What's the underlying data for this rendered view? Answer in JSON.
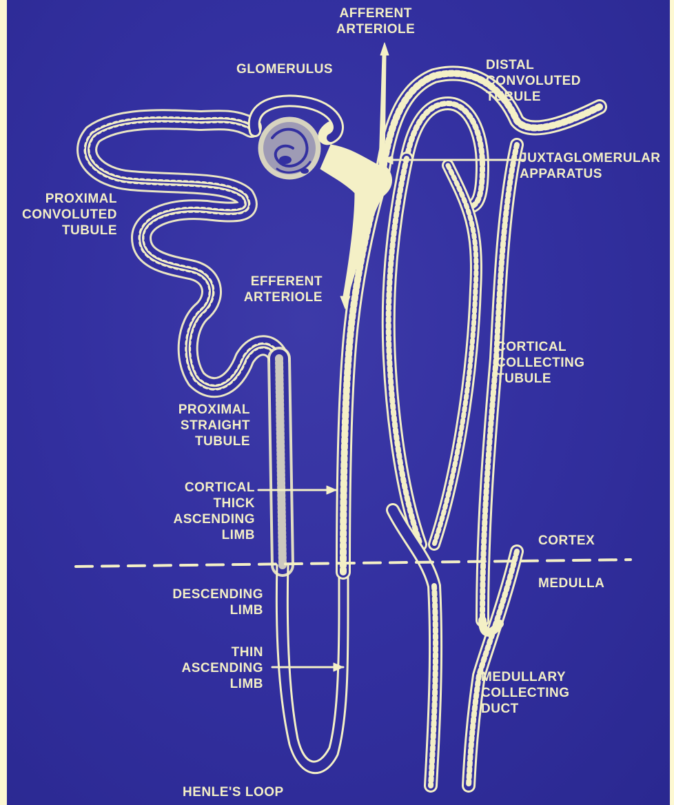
{
  "labels": {
    "afferent_arteriole": [
      "AFFERENT",
      "ARTERIOLE"
    ],
    "glomerulus": "GLOMERULUS",
    "distal_convoluted_tubule": [
      "DISTAL",
      "CONVOLUTED",
      "TUBULE"
    ],
    "juxtaglomerular_apparatus": [
      "JUXTAGLOMERULAR",
      "APPARATUS"
    ],
    "proximal_convoluted_tubule": [
      "PROXIMAL",
      "CONVOLUTED",
      "TUBULE"
    ],
    "efferent_arteriole": [
      "EFFERENT",
      "ARTERIOLE"
    ],
    "cortical_collecting_tubule": [
      "CORTICAL",
      "COLLECTING",
      "TUBULE"
    ],
    "proximal_straight_tubule": [
      "PROXIMAL",
      "STRAIGHT",
      "TUBULE"
    ],
    "cortical_thick_ascending_limb": [
      "CORTICAL",
      "THICK",
      "ASCENDING",
      "LIMB"
    ],
    "cortex": "CORTEX",
    "medulla": "MEDULLA",
    "descending_limb": [
      "DESCENDING",
      "LIMB"
    ],
    "thin_ascending_limb": [
      "THIN",
      "ASCENDING",
      "LIMB"
    ],
    "medullary_collecting_duct": [
      "MEDULLARY",
      "COLLECTING",
      "DUCT"
    ],
    "henles_loop": "HENLE'S LOOP"
  },
  "colors": {
    "background": "#3330a0",
    "ink": "#f4f0c6",
    "page_margin": "#fdf8d2"
  }
}
